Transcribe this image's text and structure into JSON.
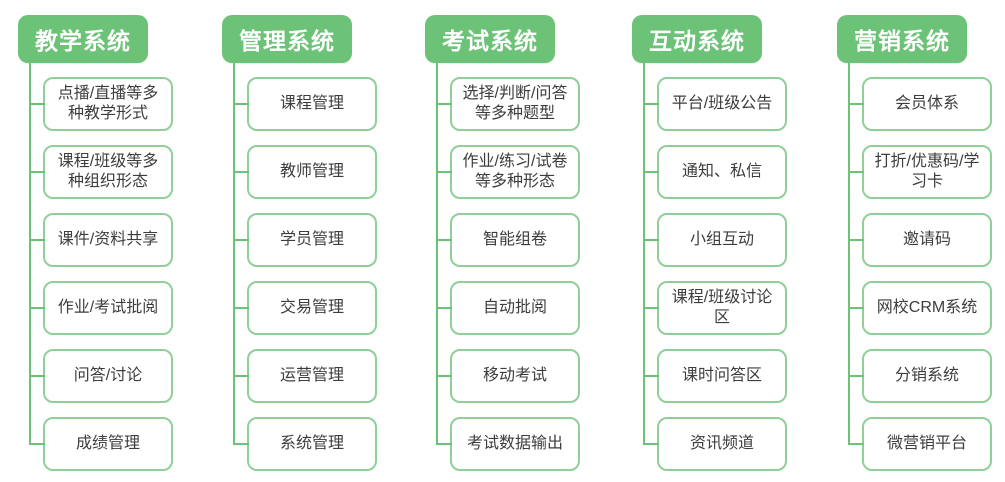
{
  "diagram_type": "feature-tree",
  "colors": {
    "header_bg": "#6cc377",
    "header_text": "#ffffff",
    "node_border": "#90cf97",
    "node_bg": "#ffffff",
    "node_text": "#3d3d3d",
    "connector": "#6cc377"
  },
  "columns": [
    {
      "id": "teaching",
      "title": "教学系统",
      "children": [
        "点播/直播等多种教学形式",
        "课程/班级等多种组织形态",
        "课件/资料共享",
        "作业/考试批阅",
        "问答/讨论",
        "成绩管理"
      ]
    },
    {
      "id": "management",
      "title": "管理系统",
      "children": [
        "课程管理",
        "教师管理",
        "学员管理",
        "交易管理",
        "运营管理",
        "系统管理"
      ]
    },
    {
      "id": "exam",
      "title": "考试系统",
      "children": [
        "选择/判断/问答等多种题型",
        "作业/练习/试卷等多种形态",
        "智能组卷",
        "自动批阅",
        "移动考试",
        "考试数据输出"
      ]
    },
    {
      "id": "interaction",
      "title": "互动系统",
      "children": [
        "平台/班级公告",
        "通知、私信",
        "小组互动",
        "课程/班级讨论区",
        "课时问答区",
        "资讯频道"
      ]
    },
    {
      "id": "marketing",
      "title": "营销系统",
      "children": [
        "会员体系",
        "打折/优惠码/学习卡",
        "邀请码",
        "网校CRM系统",
        "分销系统",
        "微营销平台"
      ]
    }
  ]
}
